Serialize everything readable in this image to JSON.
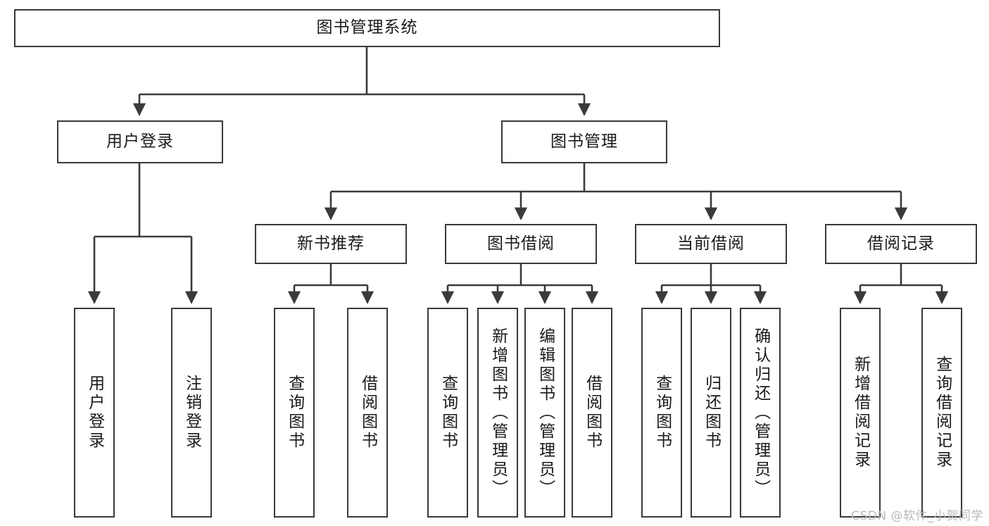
{
  "diagram": {
    "title": "图书管理系统",
    "type": "tree-hierarchy",
    "watermark": "CSDN @软件_小贺同学",
    "levels": {
      "root": {
        "label": "图书管理系统"
      },
      "level2": [
        {
          "label": "用户登录"
        },
        {
          "label": "图书管理"
        }
      ],
      "level3": [
        {
          "label": "新书推荐"
        },
        {
          "label": "图书借阅"
        },
        {
          "label": "当前借阅"
        },
        {
          "label": "借阅记录"
        }
      ],
      "leaves": {
        "user_login": [
          {
            "label": "用户登录"
          },
          {
            "label": "注销登录"
          }
        ],
        "new_book_recommend": [
          {
            "label": "查询图书"
          },
          {
            "label": "借阅图书"
          }
        ],
        "book_borrow": [
          {
            "label": "查询图书"
          },
          {
            "label": "新增图书（管理员）"
          },
          {
            "label": "编辑图书（管理员）"
          },
          {
            "label": "借阅图书"
          }
        ],
        "current_borrow": [
          {
            "label": "查询图书"
          },
          {
            "label": "归还图书"
          },
          {
            "label": "确认归还（管理员）"
          }
        ],
        "borrow_record": [
          {
            "label": "新增借阅记录"
          },
          {
            "label": "查询借阅记录"
          }
        ]
      }
    },
    "colors": {
      "stroke": "#3a3a3a",
      "fill": "#ffffff",
      "text": "#1a1a1a",
      "watermark": "#b9b9b9"
    }
  }
}
